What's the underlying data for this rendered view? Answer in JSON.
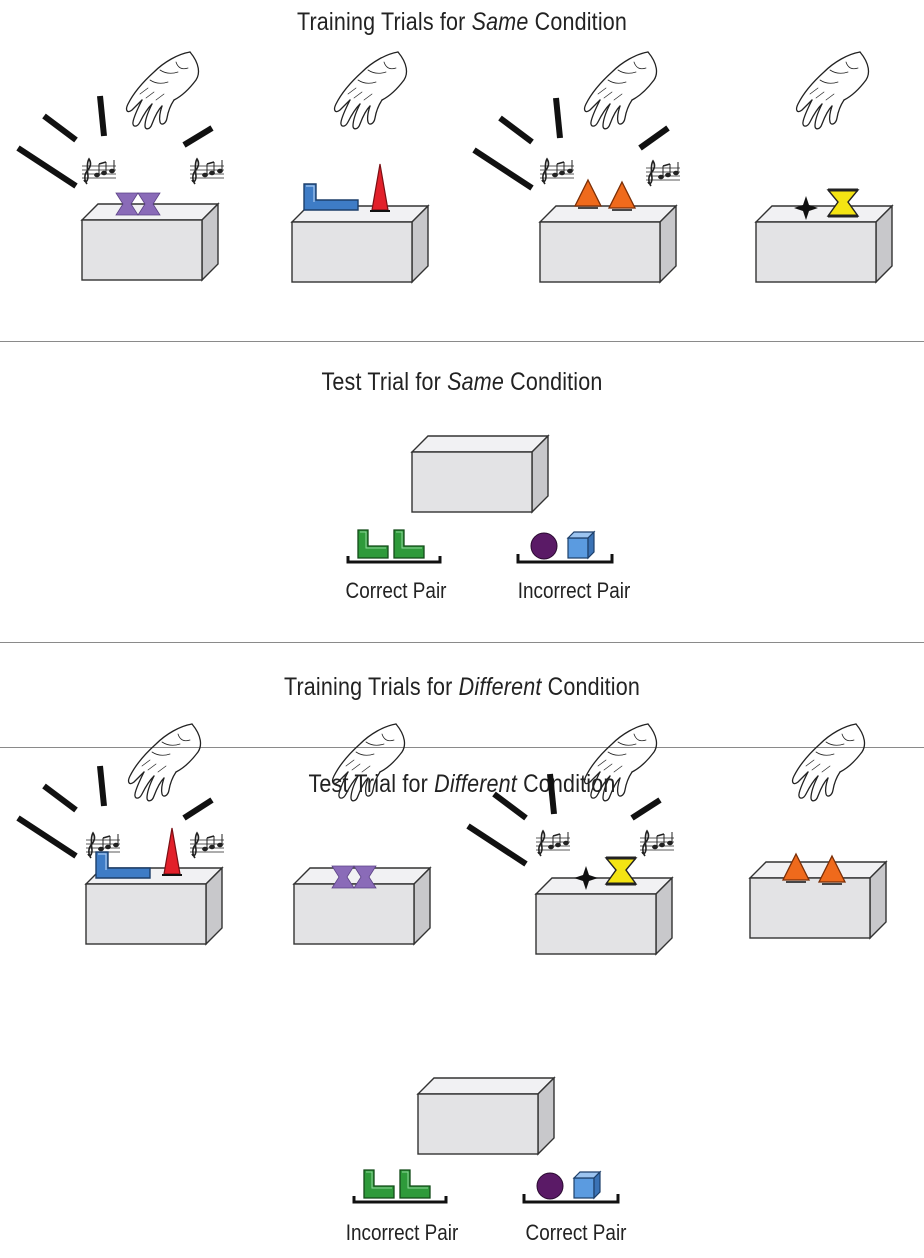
{
  "sections": [
    {
      "prefix": "Training Trials for ",
      "condition": "Same",
      "suffix": " Condition"
    },
    {
      "prefix": "Test Trial for ",
      "condition": "Same",
      "suffix": " Condition"
    },
    {
      "prefix": "Training Trials for ",
      "condition": "Different",
      "suffix": " Condition"
    },
    {
      "prefix": "Test Trial for ",
      "condition": "Different",
      "suffix": " Condition"
    }
  ],
  "tests": [
    {
      "left_label": "Correct Pair",
      "right_label": "Incorrect Pair"
    },
    {
      "left_label": "Incorrect Pair",
      "right_label": "Correct Pair"
    }
  ],
  "colors": {
    "box": "#e4e4e6",
    "box_side": "#c9c9cc",
    "box_top": "#f0f0f2",
    "purple_bowtie": "#8a6bb8",
    "blue_L": "#3e7cc6",
    "red_cone": "#e2202a",
    "orange_triangle": "#ef6a1c",
    "yellow_hourglass": "#f4e413",
    "black_star": "#111111",
    "green_L": "#2e9a3a",
    "purple_ball": "#5a1a66",
    "blue_cube": "#5b9be0"
  }
}
